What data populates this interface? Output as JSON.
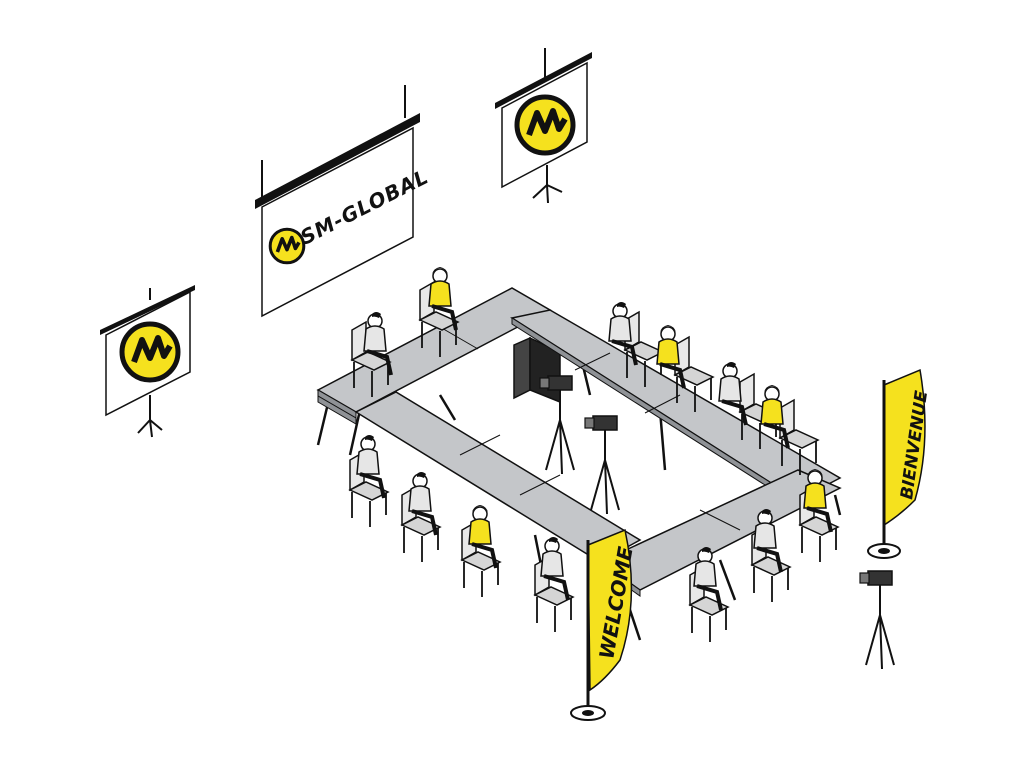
{
  "scene": {
    "description_free": true,
    "colors": {
      "accent_yellow": "#f5e11e",
      "table_gray": "#c4c6c9",
      "table_dark": "#8f9296",
      "ink": "#111111",
      "screen_white": "#ffffff"
    },
    "main_screen": {
      "brand_text": "SM-GLOBAL",
      "logo_icon": "sm-logo-icon"
    },
    "left_screen": {
      "logo_icon": "sm-logo-icon"
    },
    "right_screen": {
      "logo_icon": "sm-logo-icon"
    },
    "flags": {
      "front": {
        "text": "WELCOME"
      },
      "right": {
        "text": "BIENVENUE"
      }
    },
    "equipment": [
      "camera-on-tripod",
      "camera-on-tripod",
      "camera-on-tripod",
      "speaker-cabinet"
    ]
  }
}
